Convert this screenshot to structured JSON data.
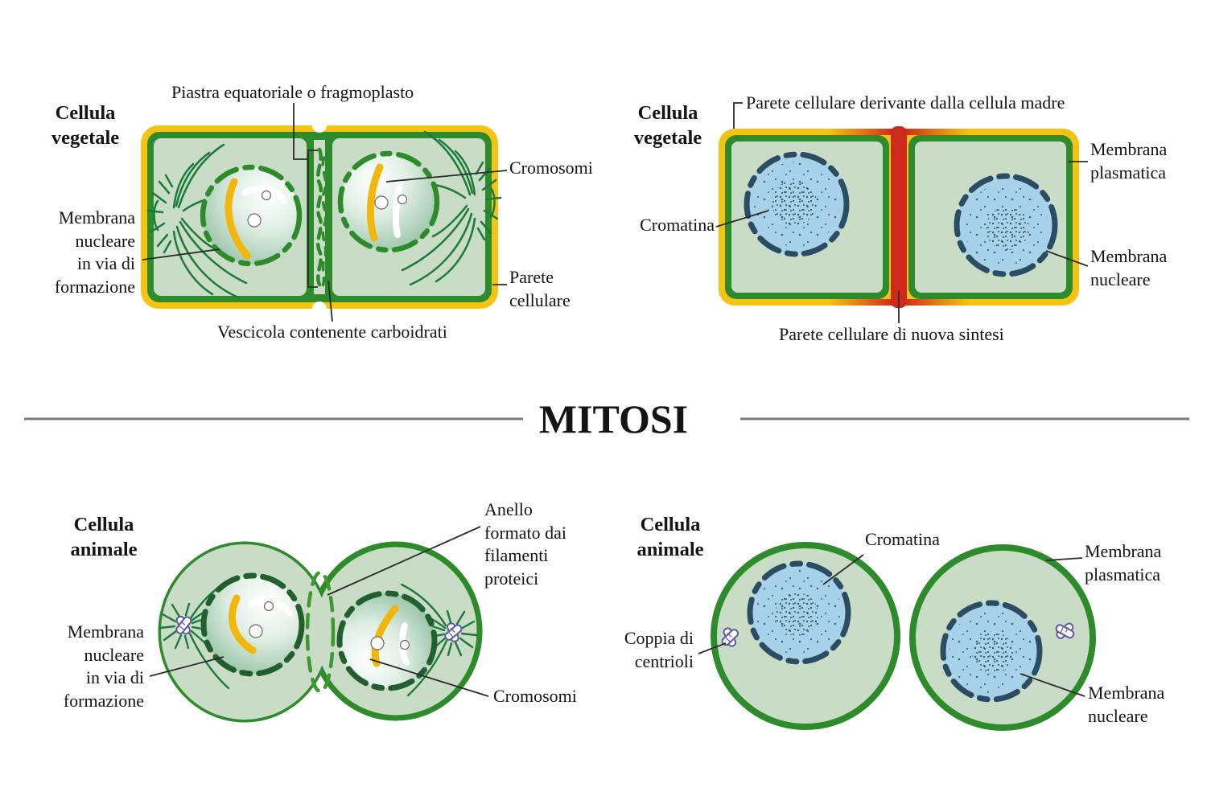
{
  "divider": {
    "title": "MITOSI"
  },
  "panels": {
    "plant_telophase": {
      "title": "Cellula\nvegetale",
      "labels": {
        "piastra": "Piastra equatoriale o fragmoplasto",
        "cromosomi": "Cromosomi",
        "membrana_nucleare": "Membrana\nnucleare\nin via di\nformazione",
        "parete": "Parete\ncellulare",
        "vescicola": "Vescicola contenente carboidrati"
      }
    },
    "plant_divided": {
      "title": "Cellula\nvegetale",
      "labels": {
        "parete_madre": "Parete cellulare derivante dalla cellula madre",
        "membrana_plasmatica": "Membrana\nplasmatica",
        "cromatina": "Cromatina",
        "membrana_nucleare": "Membrana\nnucleare",
        "parete_nuova": "Parete cellulare di nuova sintesi"
      }
    },
    "animal_telophase": {
      "title": "Cellula\nanimale",
      "labels": {
        "anello": "Anello\nformato dai\nfilamenti\nproteici",
        "membrana_nucleare": "Membrana\nnucleare\nin via di\nformazione",
        "cromosomi": "Cromosomi"
      }
    },
    "animal_divided": {
      "title": "Cellula\nanimale",
      "labels": {
        "cromatina": "Cromatina",
        "membrana_plasmatica": "Membrana\nplasmatica",
        "coppia_centrioli": "Coppia di\ncentrioli",
        "membrana_nucleare": "Membrana\nnucleare"
      }
    }
  },
  "colors": {
    "wallYellow": "#F5C312",
    "memGreen": "#2E8B2B",
    "cyto": "#C9DCC6",
    "nucBlue": "#A7D2E9",
    "nucNavy": "#2B4D63",
    "newRed": "#CD2A1B",
    "chromYellow": "#F2B70D",
    "fiberGreen": "#1B7A3A",
    "centrioleViolet": "#5C57A8",
    "leader": "#2b2b2b",
    "divider": "#7a7a7a",
    "ink": "#141414"
  }
}
